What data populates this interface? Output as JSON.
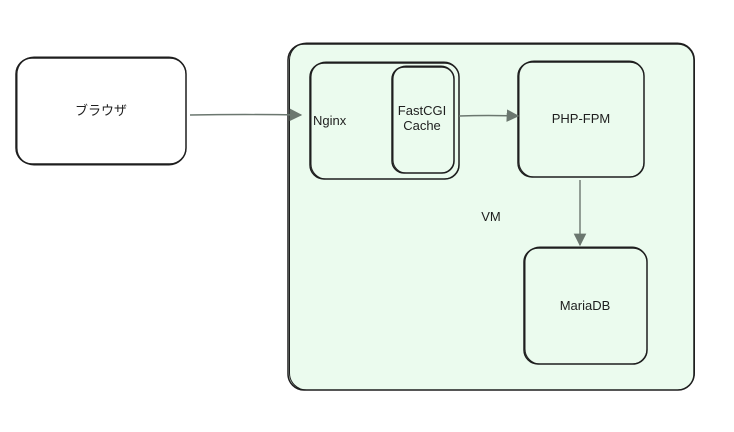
{
  "colors": {
    "stroke": "#1e1e1e",
    "vm_fill": "#ebfbee",
    "box_fill": "#ffffff",
    "arrow": "#6b776f"
  },
  "nodes": {
    "browser": {
      "label": "ブラウザ"
    },
    "vm": {
      "label": "VM"
    },
    "nginx": {
      "label": "Nginx"
    },
    "fastcgi_cache": {
      "label_line1": "FastCGI",
      "label_line2": "Cache"
    },
    "php_fpm": {
      "label": "PHP-FPM"
    },
    "mariadb": {
      "label": "MariaDB"
    }
  },
  "edges": [
    {
      "from": "browser",
      "to": "nginx"
    },
    {
      "from": "fastcgi_cache",
      "to": "php_fpm"
    },
    {
      "from": "php_fpm",
      "to": "mariadb"
    }
  ]
}
